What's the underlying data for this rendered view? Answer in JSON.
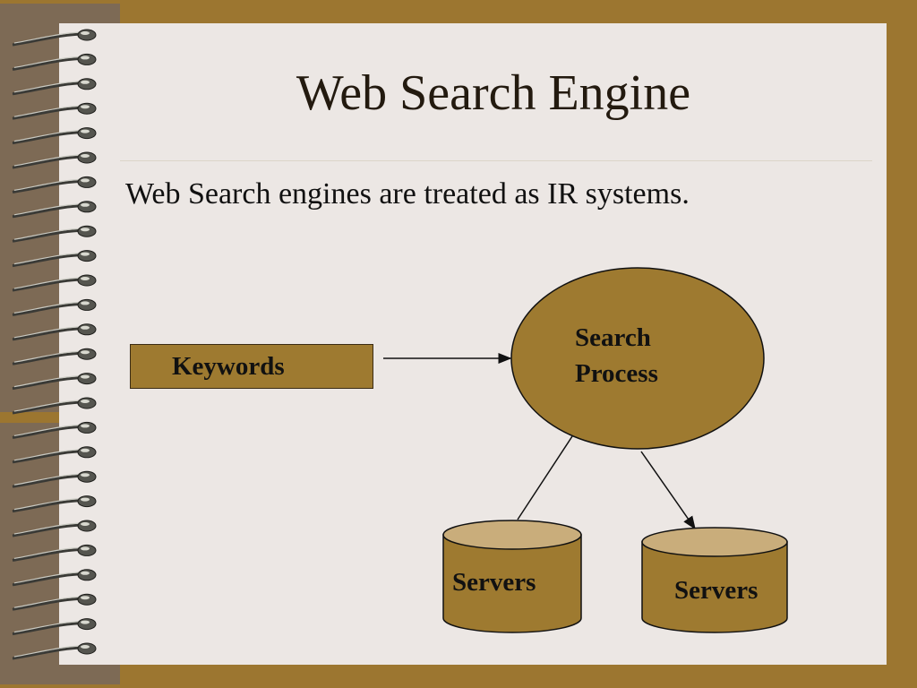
{
  "slide": {
    "title": "Web Search Engine",
    "body": "Web Search engines are treated as IR systems."
  },
  "diagram": {
    "keywords": "Keywords",
    "search_process": "Search\nProcess",
    "servers_left": "Servers",
    "servers_right": "Servers"
  },
  "colors": {
    "frame": "#9c7630",
    "page": "#ece7e4",
    "shape_fill": "#9e7a30",
    "cylinder_top": "#c9ad7b"
  },
  "binding": {
    "ring_count": 26
  }
}
